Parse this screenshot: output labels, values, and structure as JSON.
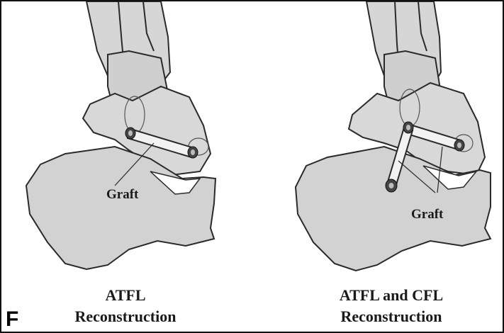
{
  "panel_letter": "F",
  "left_panel": {
    "graft_label": "Graft",
    "caption_line1": "ATFL",
    "caption_line2": "Reconstruction"
  },
  "right_panel": {
    "graft_label": "Graft",
    "caption_line1": "ATFL and CFL",
    "caption_line2": "Reconstruction"
  },
  "colors": {
    "bone_fill": "#d6d6d6",
    "bone_stroke": "#2a2a2a",
    "graft_fill": "#f2f2f2",
    "background": "#ffffff"
  }
}
